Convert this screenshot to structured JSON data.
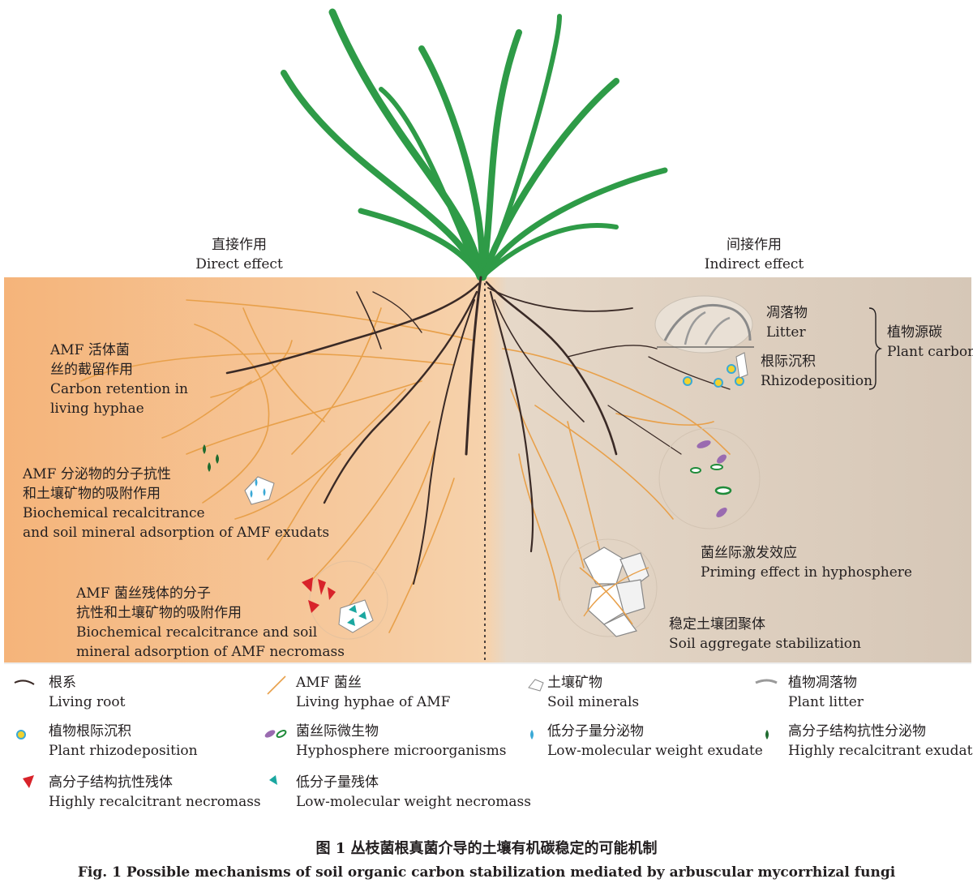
{
  "effects": {
    "direct": {
      "cn": "直接作用",
      "en": "Direct effect"
    },
    "indirect": {
      "cn": "间接作用",
      "en": "Indirect effect"
    }
  },
  "direct_labels": [
    {
      "cn1": "AMF 活体菌",
      "cn2": "丝的截留作用",
      "en1": "Carbon retention in",
      "en2": "living hyphae"
    },
    {
      "cn1": "AMF 分泌物的分子抗性",
      "cn2": "和土壤矿物的吸附作用",
      "en1": "Biochemical recalcitrance",
      "en2": "and soil mineral adsorption of AMF exudats"
    },
    {
      "cn1": "AMF 菌丝残体的分子",
      "cn2": "抗性和土壤矿物的吸附作用",
      "en1": "Biochemical recalcitrance and soil",
      "en2": "mineral adsorption of AMF necromass"
    }
  ],
  "indirect_labels": {
    "litter": {
      "cn": "凋落物",
      "en": "Litter"
    },
    "rhizodeposition": {
      "cn": "根际沉积",
      "en": "Rhizodeposition"
    },
    "plant_carbon": {
      "cn": "植物源碳",
      "en": "Plant carbon"
    },
    "priming": {
      "cn": "菌丝际激发效应",
      "en": "Priming effect in hyphosphere"
    },
    "aggregate": {
      "cn": "稳定土壤团聚体",
      "en": "Soil aggregate stabilization"
    }
  },
  "legend": [
    {
      "icon": "living-root-icon",
      "cn": "根系",
      "en": "Living root"
    },
    {
      "icon": "amf-hyphae-icon",
      "cn": "AMF 菌丝",
      "en": "Living hyphae of AMF"
    },
    {
      "icon": "soil-mineral-icon",
      "cn": "土壤矿物",
      "en": "Soil minerals"
    },
    {
      "icon": "plant-litter-icon",
      "cn": "植物凋落物",
      "en": "Plant litter"
    },
    {
      "icon": "rhizodeposition-icon",
      "cn": "植物根际沉积",
      "en": "Plant rhizodeposition"
    },
    {
      "icon": "hyphosphere-microbe-icon",
      "cn": "菌丝际微生物",
      "en": "Hyphosphere microorganisms"
    },
    {
      "icon": "low-mw-exudate-icon",
      "cn": "低分子量分泌物",
      "en": "Low-molecular weight exudate"
    },
    {
      "icon": "recalcitrant-exudate-icon",
      "cn": "高分子结构抗性分泌物",
      "en": "Highly recalcitrant exudate"
    },
    {
      "icon": "recalcitrant-necromass-icon",
      "cn": "高分子结构抗性残体",
      "en": "Highly recalcitrant necromass"
    },
    {
      "icon": "low-mw-necromass-icon",
      "cn": "低分子量残体",
      "en": "Low-molecular weight necromass"
    }
  ],
  "caption": {
    "cn": "图 1   丛枝菌根真菌介导的土壤有机碳稳定的可能机制",
    "en": "Fig. 1   Possible mechanisms of soil organic carbon stabilization mediated by arbuscular mycorrhizal fungi"
  },
  "colors": {
    "leaf": "#2e9b47",
    "root": "#3a2a26",
    "hyphae": "#e8a04a",
    "soil_left": "#f5b97a",
    "soil_right": "#d8c9b8",
    "exudate_green": "#1f6b2f",
    "exudate_blue": "#3aa9d6",
    "necromass_red": "#d8232a",
    "necromass_teal": "#1aa7a0",
    "microbe_purple": "#9a6bb0",
    "rhizo_yellow": "#f2d22e"
  }
}
